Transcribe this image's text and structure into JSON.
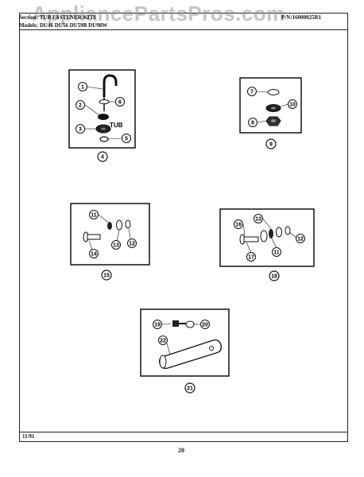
{
  "watermark": "AppliancePartsPros.com",
  "header": {
    "section_label": "Section:",
    "section_value": "TUB FASTENER KITS",
    "pn_label": "P/N:",
    "pn_value": "16000025R1",
    "models_label": "Models:",
    "models_value": "DU46 DU56 DU59B DU98W"
  },
  "tub_label": "TUB",
  "callouts": [
    "1",
    "2",
    "3",
    "4",
    "5",
    "6",
    "7",
    "8",
    "9",
    "10",
    "11",
    "12",
    "13",
    "14",
    "15",
    "16",
    "17",
    "18",
    "19",
    "20",
    "21",
    "22"
  ],
  "footer": {
    "date": "11/91",
    "page_number": "20"
  }
}
